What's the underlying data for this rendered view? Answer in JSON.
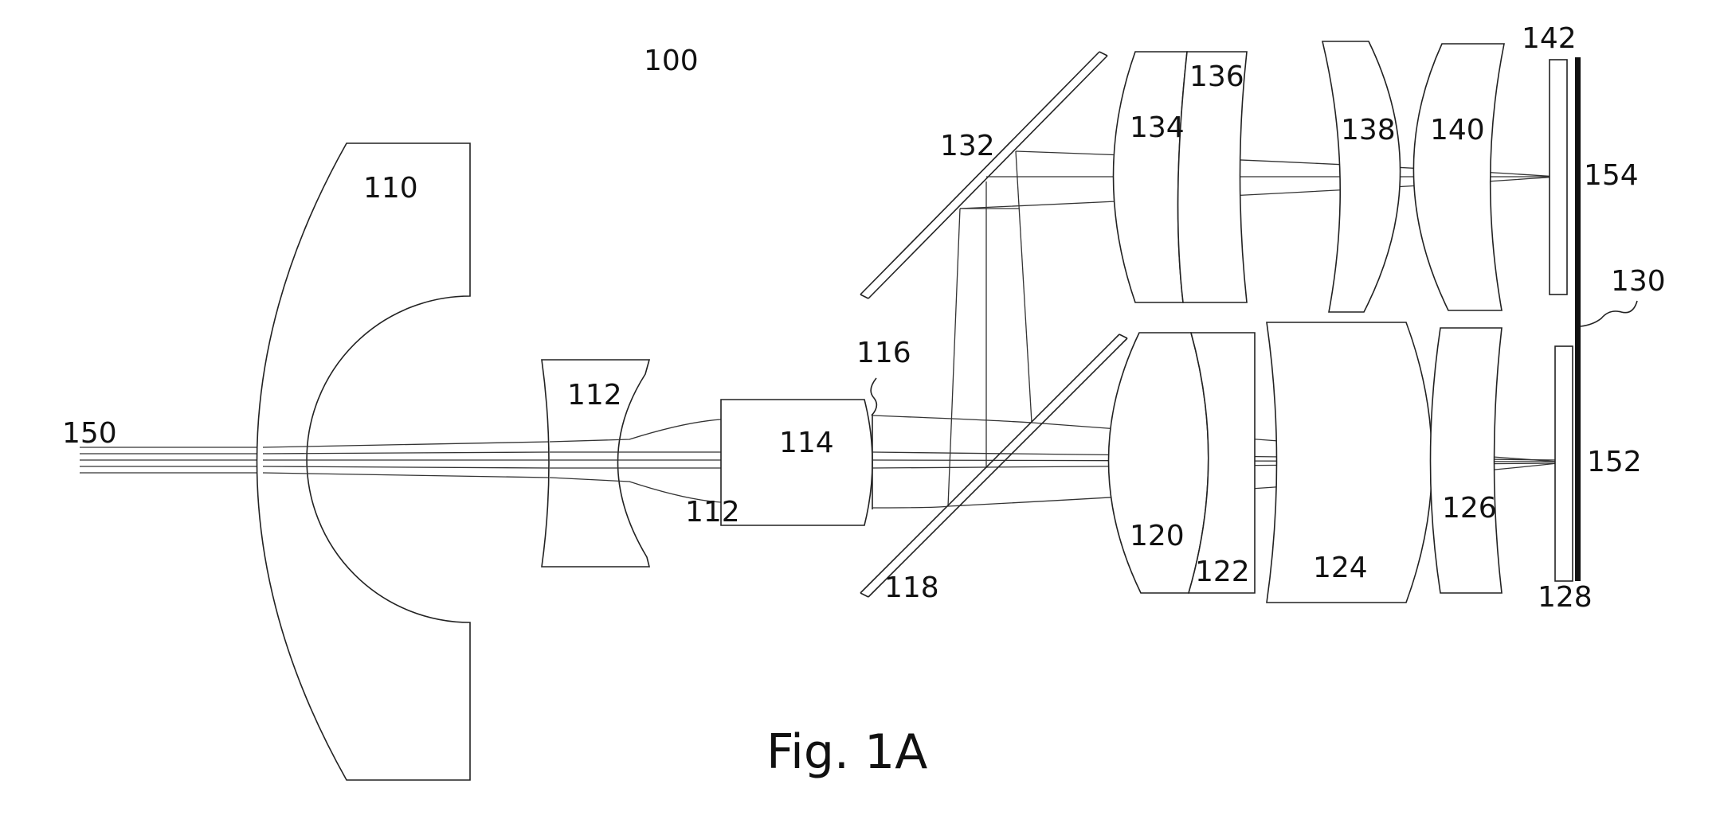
{
  "figure": {
    "caption": "Fig. 1A",
    "reference_numerals": {
      "system": "100",
      "front_element": "110",
      "lens_112": "112",
      "lens_112_lower": "112",
      "lens_114": "114",
      "surface_116": "116",
      "splitter_118": "118",
      "lens_120": "120",
      "lens_122": "122",
      "lens_124": "124",
      "lens_126": "126",
      "window_128": "128",
      "sensor_130": "130",
      "splitter_132": "132",
      "lens_134": "134",
      "lens_136": "136",
      "lens_138": "138",
      "lens_140": "140",
      "window_142": "142",
      "input_beam_150": "150",
      "focus_152": "152",
      "focus_154": "154"
    }
  },
  "colors": {
    "line": "#222222",
    "text": "#111111",
    "background": "#ffffff"
  }
}
